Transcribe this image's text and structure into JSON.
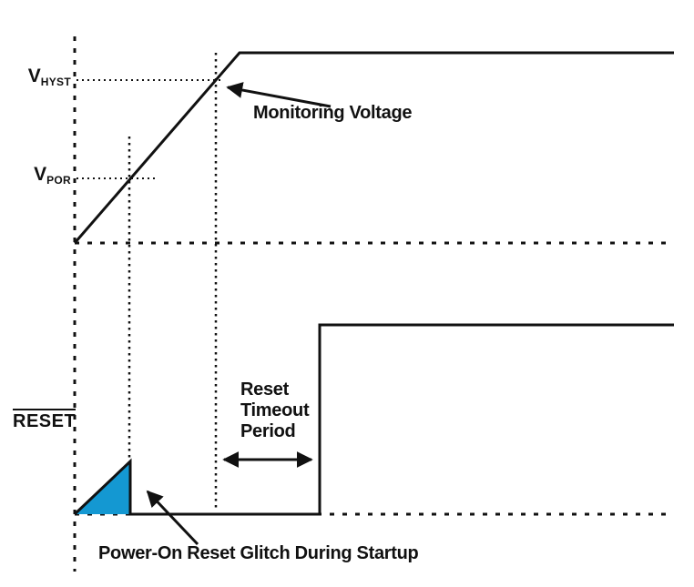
{
  "labels": {
    "v_hyst": {
      "base": "V",
      "sub": "HYST"
    },
    "v_por": {
      "base": "V",
      "sub": "POR"
    },
    "reset_signal": "RESET",
    "monitoring_voltage": "Monitoring Voltage",
    "reset_timeout_period": "Reset\nTimeout\nPeriod",
    "por_glitch": "Power-On Reset Glitch During Startup"
  },
  "colors": {
    "line": "#111111",
    "glitch_fill": "#1498d2",
    "background": "#ffffff"
  }
}
